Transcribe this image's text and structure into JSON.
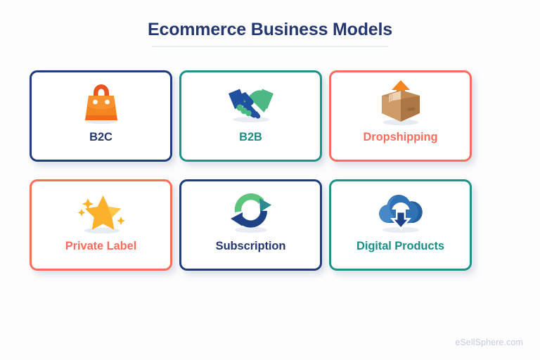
{
  "header": {
    "title": "Ecommerce Business Models"
  },
  "footer": {
    "watermark": "eSellSphere.com"
  },
  "colors": {
    "background": "#fdfdfd",
    "title": "#24386f",
    "title_rule": "#e7ebf3",
    "navy": "#1f3d7e",
    "teal": "#1f9287",
    "coral": "#fa6d5d",
    "watermark": "#c6cce1"
  },
  "cards": [
    {
      "label": "B2C",
      "icon": "shopping-bag-icon",
      "accent": "navy",
      "accent_color": "#1f3d7e",
      "label_color": "#24386f"
    },
    {
      "label": "B2B",
      "icon": "handshake-icon",
      "accent": "teal",
      "accent_color": "#1f9287",
      "label_color": "#1b8f86"
    },
    {
      "label": "Dropshipping",
      "icon": "shipping-box-arrow-up-icon",
      "accent": "coral",
      "accent_color": "#fa6d5d",
      "label_color": "#fa6d5d"
    },
    {
      "label": "Private Label",
      "icon": "star-sparkle-icon",
      "accent": "coral",
      "accent_color": "#fa6d5d",
      "label_color": "#fa6d5d"
    },
    {
      "label": "Subscription",
      "icon": "refresh-cycle-icon",
      "accent": "navy",
      "accent_color": "#1f3d7e",
      "label_color": "#24386f"
    },
    {
      "label": "Digital Products",
      "icon": "cloud-download-icon",
      "accent": "teal",
      "accent_color": "#1f9287",
      "label_color": "#1b8f86"
    }
  ]
}
